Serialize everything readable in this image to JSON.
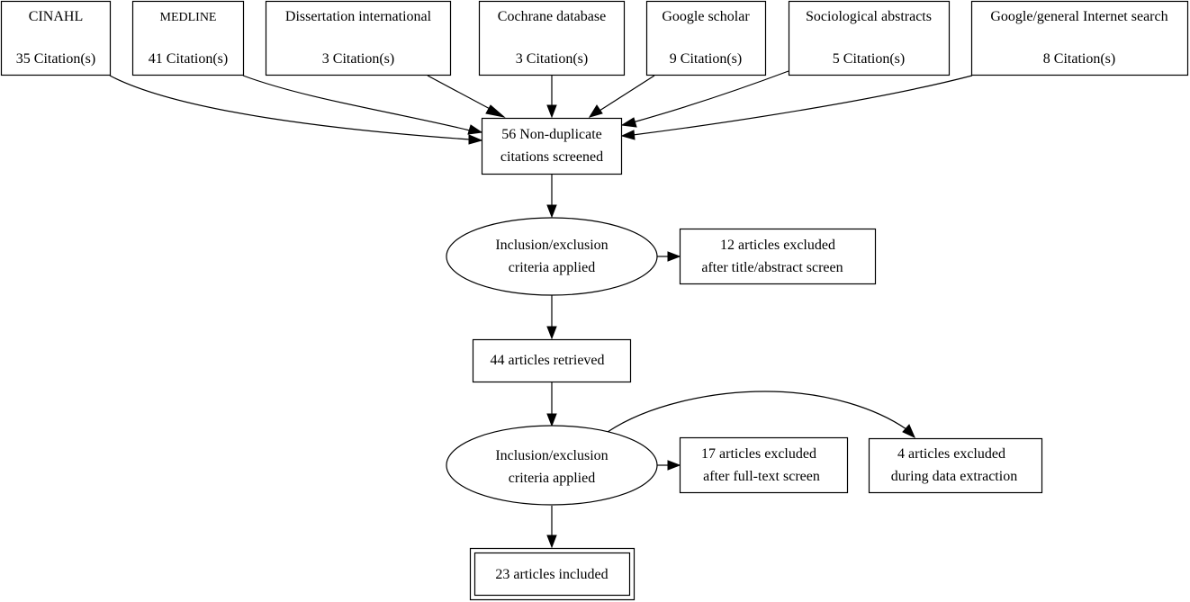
{
  "sources": [
    {
      "name": "CINAHL",
      "citations": "35 Citation(s)"
    },
    {
      "name": "MEDLINE",
      "citations": "41 Citation(s)"
    },
    {
      "name": "Dissertation international",
      "citations": "3 Citation(s)"
    },
    {
      "name": "Cochrane database",
      "citations": "3 Citation(s)"
    },
    {
      "name": "Google scholar",
      "citations": "9 Citation(s)"
    },
    {
      "name": "Sociological abstracts",
      "citations": "5 Citation(s)"
    },
    {
      "name": "Google/general Internet search",
      "citations": "8 Citation(s)"
    }
  ],
  "screened": {
    "line1": "56 Non-duplicate",
    "line2": "citations screened"
  },
  "criteria_1": {
    "line1": "Inclusion/exclusion",
    "line2": "criteria applied"
  },
  "excluded_1": {
    "line1": "12  articles excluded",
    "line2": "after title/abstract screen"
  },
  "retrieved": {
    "label": "44 articles retrieved"
  },
  "criteria_2": {
    "line1": "Inclusion/exclusion",
    "line2": "criteria applied"
  },
  "excluded_2": {
    "line1": "17 articles excluded",
    "line2": "after full-text screen"
  },
  "excluded_3": {
    "line1": "4 articles excluded",
    "line2": "during  data extraction"
  },
  "included": {
    "label": "23  articles included"
  }
}
